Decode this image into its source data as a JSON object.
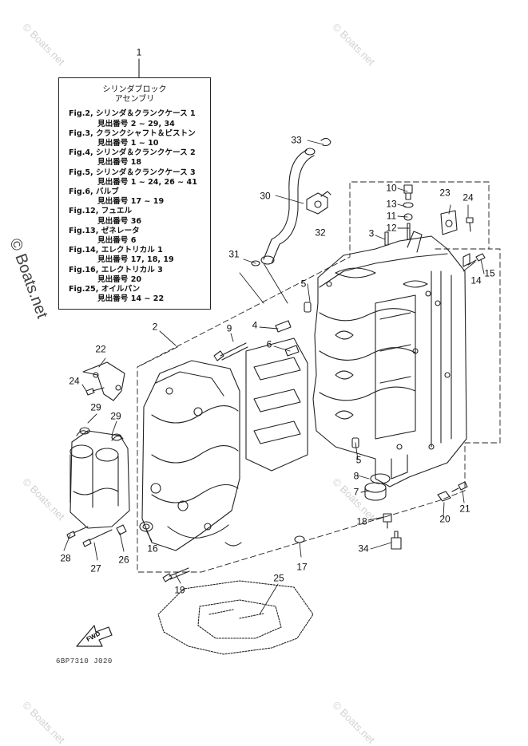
{
  "legend": {
    "title_line1": "シリンダブロック",
    "title_line2": "アセンブリ",
    "rows": [
      {
        "fig": "Fig.2, シリンダ＆クランクケース 1",
        "ref": "見出番号 2 ~ 29, 34"
      },
      {
        "fig": "Fig.3, クランクシャフト＆ピストン",
        "ref": "見出番号 1 ~ 10"
      },
      {
        "fig": "Fig.4, シリンダ＆クランクケース 2",
        "ref": "見出番号 18"
      },
      {
        "fig": "Fig.5, シリンダ＆クランクケース 3",
        "ref": "見出番号 1 ~ 24, 26 ~ 41"
      },
      {
        "fig": "Fig.6, バルブ",
        "ref": "見出番号 17 ~ 19"
      },
      {
        "fig": "Fig.12, フュエル",
        "ref": "見出番号 36"
      },
      {
        "fig": "Fig.13, ゼネレータ",
        "ref": "見出番号 6"
      },
      {
        "fig": "Fig.14, エレクトリカル 1",
        "ref": "見出番号 17, 18, 19"
      },
      {
        "fig": "Fig.16, エレクトリカル 3",
        "ref": "見出番号 20"
      },
      {
        "fig": "Fig.25, オイルパン",
        "ref": "見出番号 14 ~ 22"
      }
    ]
  },
  "callouts": {
    "n1": "1",
    "n2": "2",
    "n3": "3",
    "n4": "4",
    "n5a": "5",
    "n5b": "5",
    "n6": "6",
    "n7": "7",
    "n8": "8",
    "n9": "9",
    "n10": "10",
    "n11": "11",
    "n12": "12",
    "n13": "13",
    "n14": "14",
    "n15": "15",
    "n16": "16",
    "n17": "17",
    "n18": "18",
    "n19": "19",
    "n20": "20",
    "n21": "21",
    "n22": "22",
    "n23": "23",
    "n24a": "24",
    "n24b": "24",
    "n25": "25",
    "n26": "26",
    "n27": "27",
    "n28": "28",
    "n29a": "29",
    "n29b": "29",
    "n30": "30",
    "n31": "31",
    "n32": "32",
    "n33": "33",
    "n34": "34"
  },
  "fwd_label": "FWD",
  "diagram_code": "6BP7310 J020",
  "watermark_main": "© Boats.net",
  "watermark_tile": "© Boats.net"
}
